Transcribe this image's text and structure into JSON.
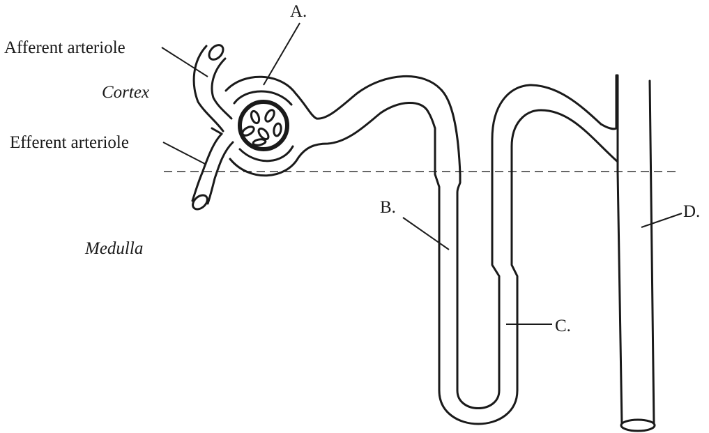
{
  "labels": {
    "afferent": "Afferent arteriole",
    "efferent": "Efferent arteriole",
    "cortex": "Cortex",
    "medulla": "Medulla",
    "a": "A.",
    "b": "B.",
    "c": "C.",
    "d": "D."
  },
  "colors": {
    "line": "#1a1a1a",
    "background": "#ffffff"
  }
}
